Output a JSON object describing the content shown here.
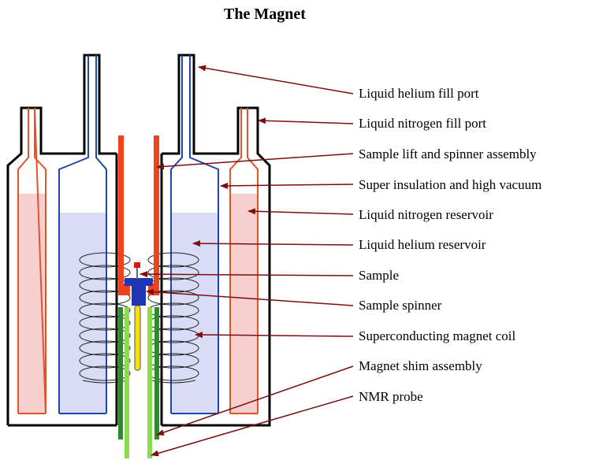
{
  "title": "The Magnet",
  "labels": [
    "Liquid helium fill port",
    "Liquid nitrogen fill port",
    "Sample lift and spinner assembly",
    "Super insulation and high vacuum",
    "Liquid nitrogen reservoir",
    "Liquid helium reservoir",
    "Sample",
    "Sample spinner",
    "Superconducting magnet coil",
    "Magnet shim assembly",
    "NMR probe"
  ],
  "colors": {
    "outline": "#000000",
    "nitrogen_wall": "#e0542a",
    "nitrogen_fill": "#f7cfcf",
    "helium_wall": "#1f47a8",
    "helium_fill": "#d9dcf7",
    "coil": "#222222",
    "lift_assembly": "#f0431c",
    "spinner": "#1f35b5",
    "sample_cap": "#e01010",
    "sample_tube": "#f7e011",
    "shim": "#8bdb4c",
    "probe": "#2e8a2e",
    "arrow": "#7a0f0f"
  }
}
